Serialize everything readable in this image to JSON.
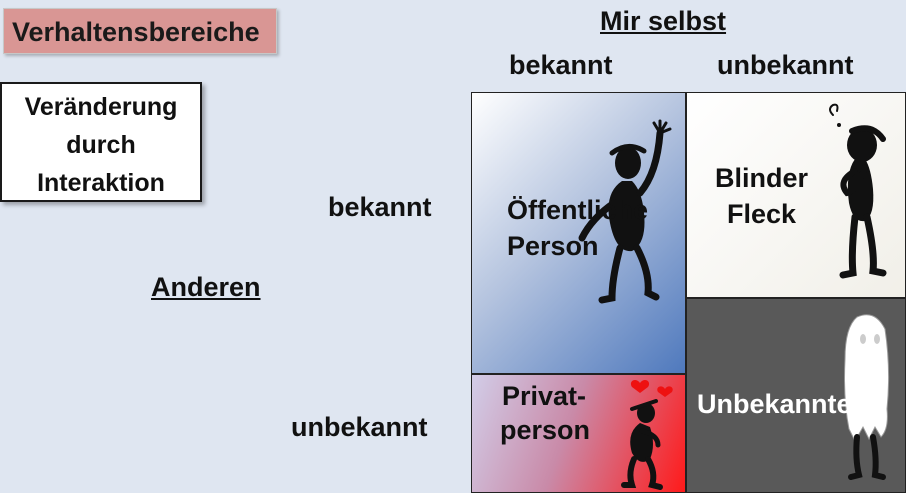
{
  "title": "Verhaltensbereiche",
  "interaction_box": [
    "Veränderung",
    "durch",
    "Interaktion"
  ],
  "self_axis": {
    "title": "Mir selbst",
    "known": "bekannt",
    "unknown": "unbekannt"
  },
  "others_axis": {
    "title": "Anderen",
    "known": "bekannt",
    "unknown": "unbekannt"
  },
  "quadrants": {
    "public": [
      "Öffentliche",
      "Person"
    ],
    "blind": [
      "Blinder",
      "Fleck"
    ],
    "private": [
      "Privat-",
      "person"
    ],
    "unknown": "Unbekanntes"
  },
  "colors": {
    "title_bg": "#d99694",
    "page_bg": "#dfe6f1",
    "public_gradient_end": "#4f79bd",
    "private_gradient_end": "#ff1a1a",
    "unknown_bg": "#595959"
  },
  "icons": [
    "waving-figure-icon",
    "thinking-figure-icon",
    "lovestruck-figure-icon",
    "ghost-figure-icon"
  ]
}
